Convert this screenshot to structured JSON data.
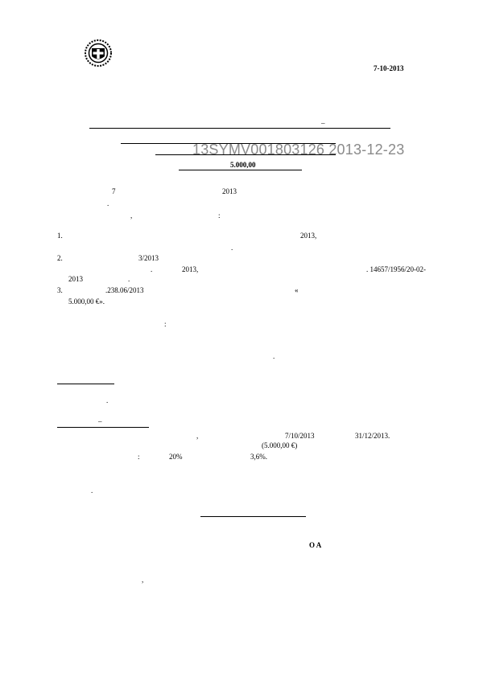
{
  "header": {
    "date": "7-10-2013",
    "dash": "–"
  },
  "watermark": "13SYMV001803126 2013-12-23",
  "amount_title": "5.000,00",
  "intro": {
    "day": "7",
    "year": "2013",
    "dot": ".",
    "comma": ",",
    "colon": ":"
  },
  "items": [
    {
      "num": "1.",
      "year": "2013,",
      "dot": "."
    },
    {
      "num": "2.",
      "ref": "3/2013",
      "dot1": ".",
      "year": "2013,",
      "decision": ". 14657/1956/20-02-",
      "cont": "2013",
      "dot2": "."
    },
    {
      "num": "3.",
      "ref": ".238.06/2013",
      "quote": "«",
      "amount": "5.000,00 €»."
    }
  ],
  "body": {
    "colon": ":",
    "dot1": ".",
    "dot2": ".",
    "dash2": "–",
    "comma": ",",
    "date_from": "7/10/2013",
    "date_to": "31/12/2013.",
    "amount_paren": "(5.000,00 €)",
    "colon2": ":",
    "pct1": "20%",
    "pct2": "3,6%.",
    "dot3": "."
  },
  "signature": {
    "title": "Ο  Α",
    "dot": ","
  }
}
